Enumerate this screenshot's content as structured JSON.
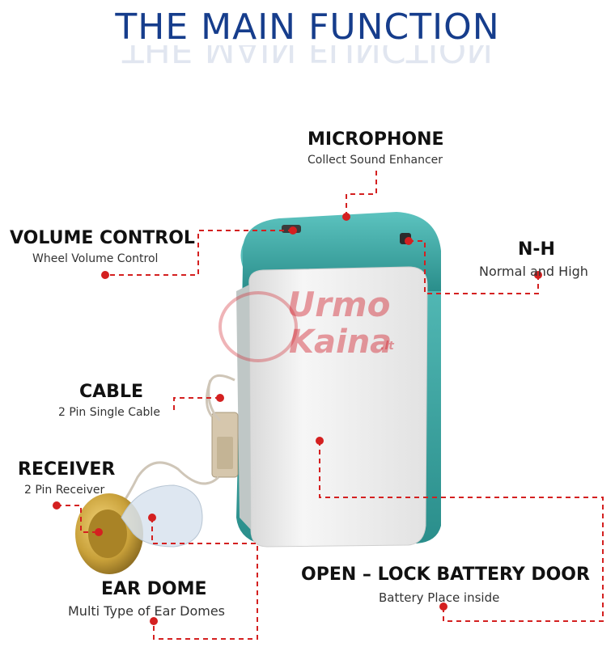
{
  "title": "THE MAIN FUNCTION",
  "watermark": {
    "line1": "Urmo",
    "line2": "Kaina",
    "suffix": ".lt"
  },
  "callouts": {
    "microphone": {
      "label": "MICROPHONE",
      "desc": "Collect Sound Enhancer"
    },
    "volume": {
      "label": "VOLUME CONTROL",
      "desc": "Wheel Volume Control"
    },
    "nh": {
      "label": "N-H",
      "desc": "Normal and High"
    },
    "cable": {
      "label": "CABLE",
      "desc": "2 Pin Single Cable"
    },
    "receiver": {
      "label": "RECEIVER",
      "desc": "2 Pin Receiver"
    },
    "ear_dome": {
      "label": "EAR DOME",
      "desc": "Multi Type of Ear Domes"
    },
    "battery": {
      "label": "OPEN – LOCK BATTERY DOOR",
      "desc": "Battery Place inside"
    }
  },
  "colors": {
    "title": "#163d8c",
    "leader": "#d42020",
    "device_teal": "#3aa7a4",
    "device_body": "#eeeeee"
  }
}
